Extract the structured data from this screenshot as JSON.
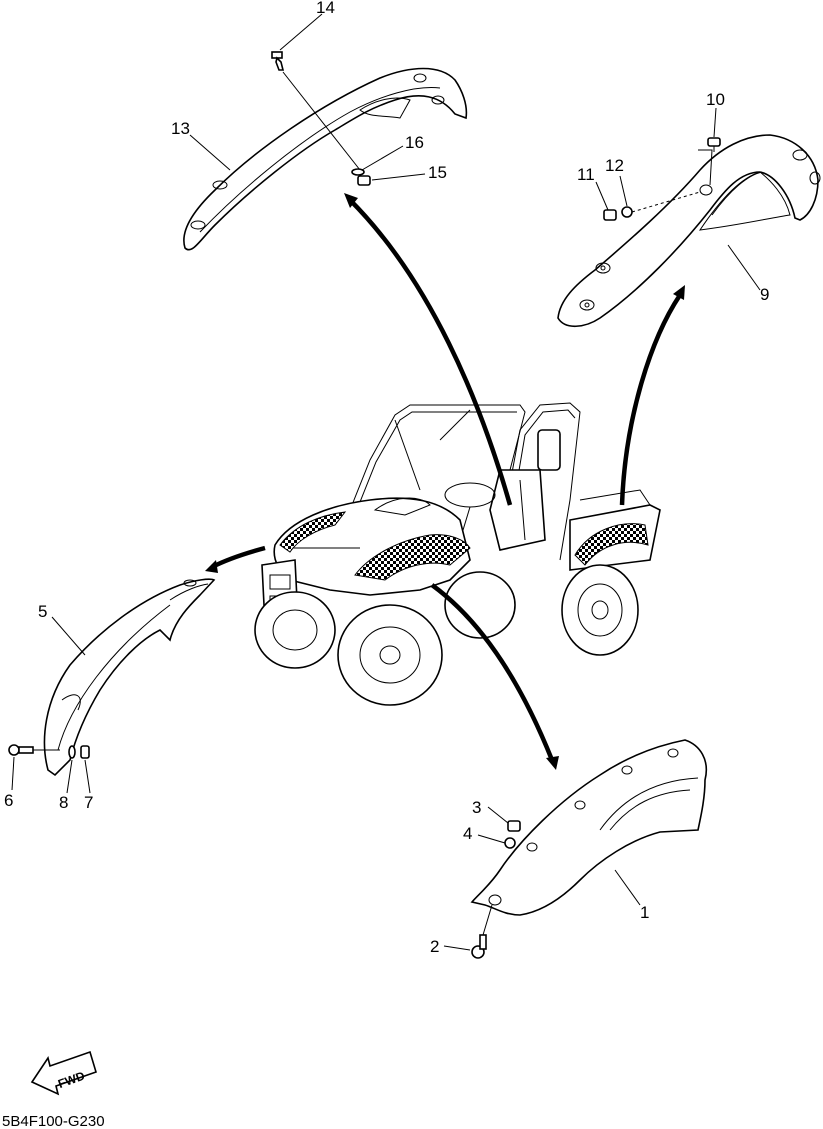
{
  "diagram": {
    "callouts": {
      "c1": "1",
      "c2": "2",
      "c3": "3",
      "c4": "4",
      "c5": "5",
      "c6": "6",
      "c7": "7",
      "c8": "8",
      "c9": "9",
      "c10": "10",
      "c11": "11",
      "c12": "12",
      "c13": "13",
      "c14": "14",
      "c15": "15",
      "c16": "16"
    },
    "fwd_label": "FWD",
    "drawing_code": "5B4F100-G230"
  }
}
